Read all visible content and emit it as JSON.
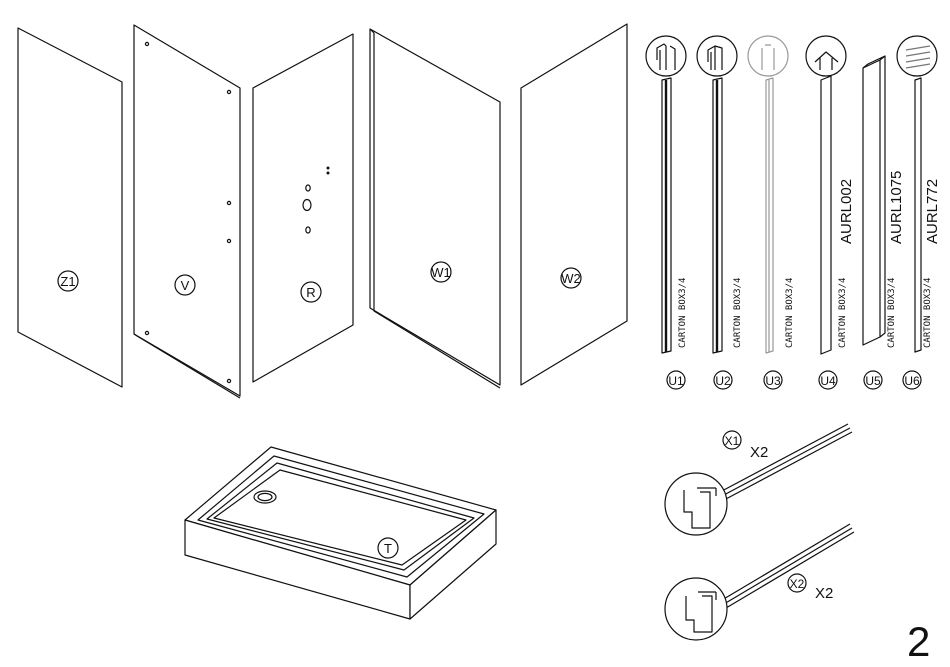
{
  "panels": {
    "z1": "Z1",
    "v": "V",
    "r": "R",
    "w1": "W1",
    "w2": "W2"
  },
  "tray": {
    "label": "T"
  },
  "profiles": [
    {
      "label": "U1",
      "carton": "CARTON BOX3/4",
      "code": ""
    },
    {
      "label": "U2",
      "carton": "CARTON BOX3/4",
      "code": ""
    },
    {
      "label": "U3",
      "carton": "CARTON BOX3/4",
      "code": ""
    },
    {
      "label": "U4",
      "carton": "CARTON BOX3/4",
      "code": "AURL002"
    },
    {
      "label": "U5",
      "carton": "CARTON BOX3/4",
      "code": "AURL1075"
    },
    {
      "label": "U6",
      "carton": "CARTON BOX3/4",
      "code": "AURL772"
    }
  ],
  "seals": [
    {
      "label": "X1",
      "qty": "X2"
    },
    {
      "label": "X2",
      "qty": "X2"
    }
  ],
  "page_number": "2"
}
